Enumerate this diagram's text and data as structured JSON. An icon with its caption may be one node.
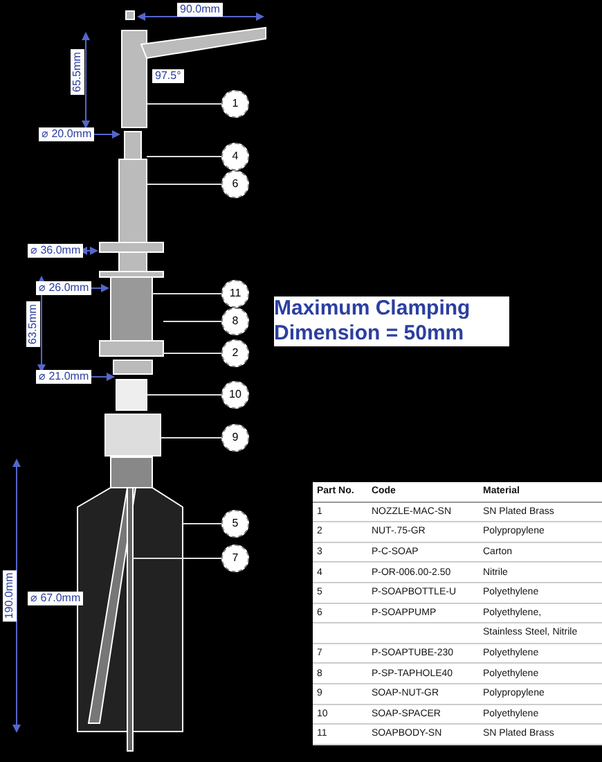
{
  "diagram": {
    "nodes": [
      {
        "text": [
          "1"
        ]
      },
      {
        "text": [
          "4"
        ]
      },
      {
        "text": [
          "6"
        ]
      },
      {
        "text": [
          "11"
        ]
      },
      {
        "text": [
          "8"
        ]
      },
      {
        "text": [
          "2"
        ]
      },
      {
        "text": [
          "10"
        ]
      },
      {
        "text": [
          "9"
        ]
      },
      {
        "text": [
          "5"
        ]
      },
      {
        "text": [
          "7"
        ]
      }
    ],
    "edges": [
      {
        "from": 0,
        "to": null,
        "arrow": "none"
      },
      {
        "from": 1,
        "to": null,
        "arrow": "none"
      },
      {
        "from": 2,
        "to": null,
        "arrow": "none"
      },
      {
        "from": 3,
        "to": null,
        "arrow": "none"
      },
      {
        "from": 4,
        "to": null,
        "arrow": "none"
      },
      {
        "from": 5,
        "to": null,
        "arrow": "none"
      },
      {
        "from": 6,
        "to": null,
        "arrow": "none"
      },
      {
        "from": 7,
        "to": null,
        "arrow": "none"
      },
      {
        "from": 8,
        "to": null,
        "arrow": "none"
      },
      {
        "from": 9,
        "to": null,
        "arrow": "none"
      }
    ],
    "labels": [
      "90.0mm",
      "65.5mm",
      "97.5°",
      "⌀ 20.0mm",
      "⌀ 36.0mm",
      "⌀ 26.0mm",
      "63.5mm",
      "⌀ 21.0mm",
      "190.0mm",
      "⌀ 67.0mm",
      "Maximum Clamping Dimension = 50mm",
      "Part No.",
      "Code",
      "Material",
      "1",
      "NOZZLE-MAC-SN",
      "SN Plated Brass",
      "2",
      "NUT-.75-GR",
      "Polypropylene",
      "3",
      "P-C-SOAP",
      "Carton",
      "4",
      "P-OR-006.00-2.50",
      "Nitrile",
      "5",
      "P-SOAPBOTTLE-U",
      "Polyethylene",
      "6",
      "P-SOAPPUMP",
      "Polyethylene,",
      "Stainless Steel, Nitrile",
      "7",
      "P-SOAPTUBE-230",
      "Polyethylene",
      "8",
      "P-SP-TAPHOLE40",
      "Polyethylene",
      "9",
      "SOAP-NUT-GR",
      "Polypropylene",
      "10",
      "SOAP-SPACER",
      "Polyethylene",
      "11",
      "SOAPBODY-SN",
      "SN Plated Brass"
    ]
  }
}
